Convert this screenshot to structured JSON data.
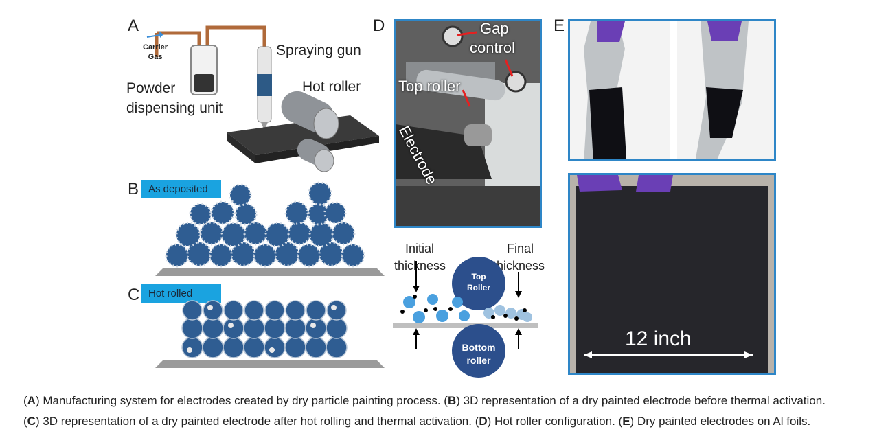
{
  "panels": {
    "a": {
      "letter": "A",
      "carrier_gas": "Carrier\nGas",
      "spraying_gun": "Spraying gun",
      "powder_line1": "Powder",
      "powder_line2": "dispensing unit",
      "hot_roller": "Hot roller"
    },
    "b": {
      "letter": "B",
      "tag": "As deposited"
    },
    "c": {
      "letter": "C",
      "tag": "Hot rolled"
    },
    "d": {
      "letter": "D",
      "gap": "Gap",
      "control": "control",
      "top_roller": "Top roller",
      "electrode": "Electrode",
      "initial_1": "Initial",
      "initial_2": "thickness",
      "final_1": "Final",
      "final_2": "thickness",
      "roller_top_1": "Top",
      "roller_top_2": "Roller",
      "roller_bottom_1": "Bottom",
      "roller_bottom_2": "roller"
    },
    "e": {
      "letter": "E",
      "size_label": "12 inch"
    }
  },
  "caption": {
    "line1": [
      {
        "t": "(",
        "b": false
      },
      {
        "t": "A",
        "b": true
      },
      {
        "t": ") Manufacturing system for electrodes created by dry particle painting process. (",
        "b": false
      },
      {
        "t": "B",
        "b": true
      },
      {
        "t": ") 3D representation of a dry painted electrode before thermal activation.",
        "b": false
      }
    ],
    "line2": [
      {
        "t": "(",
        "b": false
      },
      {
        "t": "C",
        "b": true
      },
      {
        "t": ") 3D representation of a dry painted electrode after hot rolling and thermal activation. (",
        "b": false
      },
      {
        "t": "D",
        "b": true
      },
      {
        "t": ") Hot roller configuration. (",
        "b": false
      },
      {
        "t": "E",
        "b": true
      },
      {
        "t": ") Dry painted electrodes on Al foils.",
        "b": false
      }
    ]
  },
  "colors": {
    "frame_blue": "#2e86c7",
    "tag_blue": "#1aa3e0",
    "particle_blue": "#2f5d92",
    "roller_blue": "#2c4f8c"
  }
}
